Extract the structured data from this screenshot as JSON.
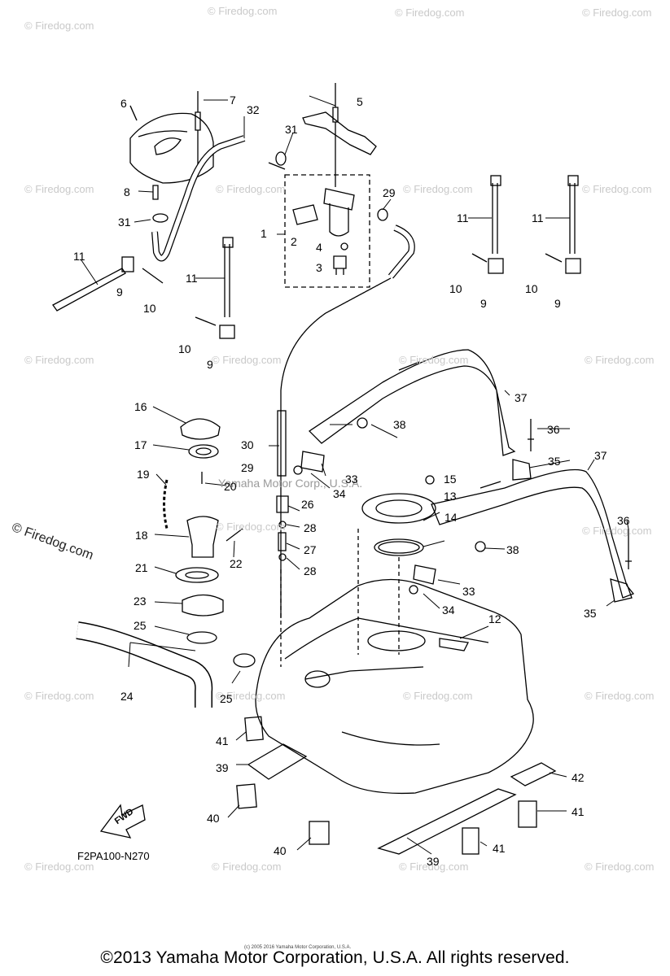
{
  "watermarks": [
    "© Firedog.com"
  ],
  "side_watermark": "© Firedog.com",
  "middle_watermark": "Yamaha Motor Corp., U.S.A.",
  "tiny_credit": "(c) 2005 2016 Yamaha Motor Corporation, U.S.A.",
  "fwd_label": "FWD",
  "diagram_code": "F2PA100-N270",
  "copyright": "©2013 Yamaha Motor Corporation, U.S.A. All rights reserved.",
  "callouts": [
    "1",
    "2",
    "3",
    "4",
    "5",
    "6",
    "7",
    "8",
    "9",
    "10",
    "11",
    "12",
    "13",
    "14",
    "15",
    "16",
    "17",
    "18",
    "19",
    "20",
    "21",
    "22",
    "23",
    "24",
    "25",
    "26",
    "27",
    "28",
    "29",
    "30",
    "31",
    "32",
    "33",
    "34",
    "35",
    "36",
    "37",
    "38",
    "39",
    "40",
    "41",
    "42"
  ]
}
